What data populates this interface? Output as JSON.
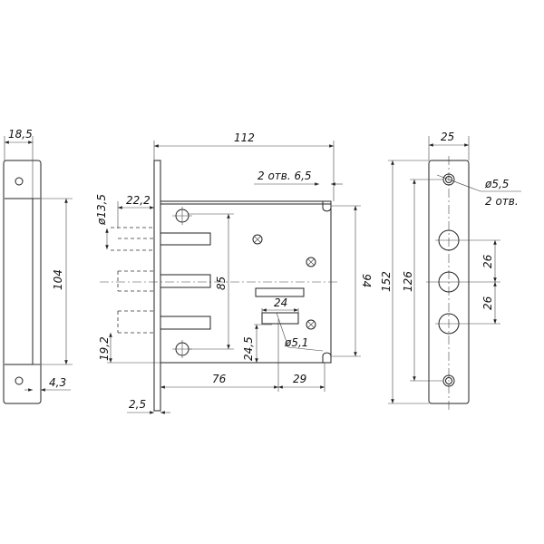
{
  "drawing": {
    "side_view": {
      "width": "18,5",
      "height": "104",
      "offset": "4,3"
    },
    "front_view": {
      "width": "112",
      "holes_note": "2 отв. 6,5",
      "bolt_diameter": "ø13,5",
      "bolt_projection": "22,2",
      "bolt_offset": "19,2",
      "hole_spacing": "85",
      "body_height": "94",
      "key_width": "24",
      "key_height": "24,5",
      "key_hole": "ø5,1",
      "backset": "76",
      "key_to_edge": "29",
      "faceplate_thickness": "2,5"
    },
    "strike_plate": {
      "width": "25",
      "hole_note_diameter": "ø5,5",
      "hole_note_count": "2 отв.",
      "total_height": "152",
      "hole_spacing": "126",
      "bolt_spacing_1": "26",
      "bolt_spacing_2": "26"
    }
  }
}
